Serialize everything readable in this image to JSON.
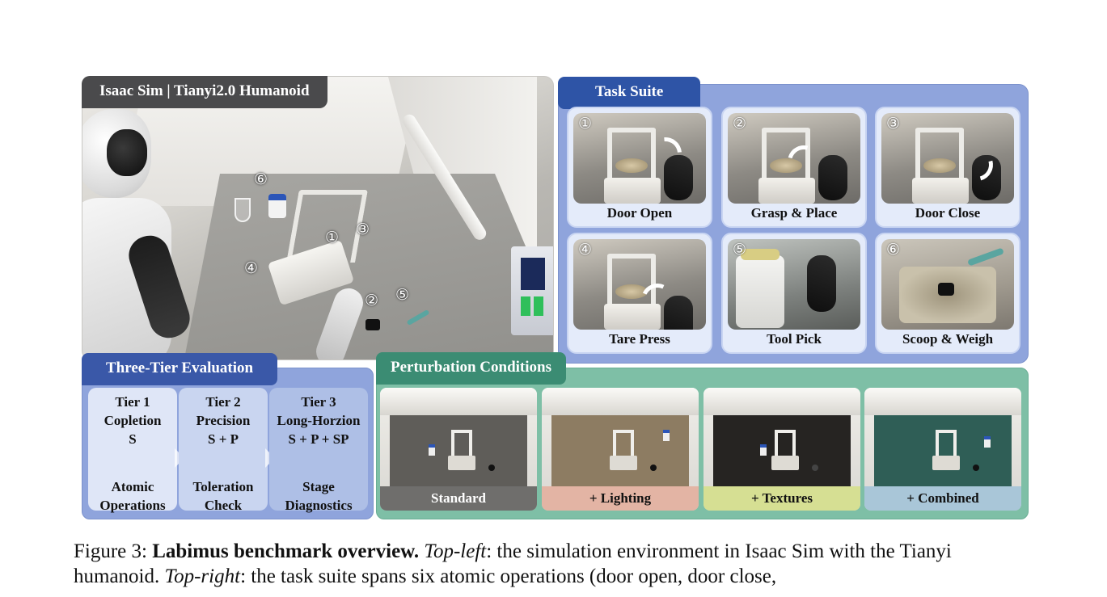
{
  "sim": {
    "title": "Isaac Sim | Tianyi2.0 Humanoid",
    "markers": [
      "⑥",
      "①",
      "③",
      "④",
      "②",
      "⑤"
    ]
  },
  "task_suite": {
    "title": "Task Suite",
    "tasks": [
      {
        "num": "①",
        "label": "Door Open"
      },
      {
        "num": "②",
        "label": "Grasp & Place"
      },
      {
        "num": "③",
        "label": "Door Close"
      },
      {
        "num": "④",
        "label": "Tare Press"
      },
      {
        "num": "⑤",
        "label": "Tool Pick"
      },
      {
        "num": "⑥",
        "label": "Scoop & Weigh"
      }
    ]
  },
  "tiers": {
    "title": "Three-Tier Evaluation",
    "items": [
      {
        "tier": "Tier 1",
        "name": "Copletion",
        "metric": "S",
        "desc1": "Atomic",
        "desc2": "Operations",
        "color": "#dfe6f7"
      },
      {
        "tier": "Tier 2",
        "name": "Precision",
        "metric": "S + P",
        "desc1": "Toleration",
        "desc2": "Check",
        "color": "#c9d5f0"
      },
      {
        "tier": "Tier 3",
        "name": "Long-Horzion",
        "metric": "S + P + SP",
        "desc1": "Stage",
        "desc2": "Diagnostics",
        "color": "#aebfe6"
      }
    ]
  },
  "perturbation": {
    "title": "Perturbation Conditions",
    "conditions": [
      {
        "label": "Standard",
        "cap_color": "#6f6e6c",
        "text_color": "#ffffff",
        "floor": "#5f5d59"
      },
      {
        "label": "+ Lighting",
        "cap_color": "#e3b4a4",
        "text_color": "#111111",
        "floor": "#8d7c62"
      },
      {
        "label": "+ Textures",
        "cap_color": "#d6df93",
        "text_color": "#111111",
        "floor": "#262422"
      },
      {
        "label": "+ Combined",
        "cap_color": "#a9c6d8",
        "text_color": "#111111",
        "floor": "#2f5e56"
      }
    ]
  },
  "caption": {
    "fig": "Figure 3: ",
    "bold": "Labimus benchmark overview.",
    "t1_it": "Top-left",
    "t1": ": the simulation environment in Isaac Sim with the Tianyi humanoid. ",
    "t2_it": "Top-right",
    "t2": ": the task suite spans six atomic operations (door open, door close,"
  }
}
